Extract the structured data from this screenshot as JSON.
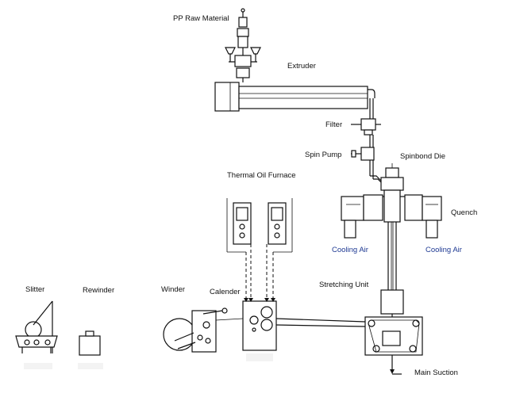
{
  "diagram": {
    "labels": {
      "raw_material": "PP Raw Material",
      "extruder": "Extruder",
      "filter": "Filter",
      "spin_pump": "Spin Pump",
      "spinbond_die": "Spinbond Die",
      "quench": "Quench",
      "thermal_oil_furnace": "Thermal Oil Furnace",
      "cooling_air_left": "Cooling Air",
      "cooling_air_right": "Cooling Air",
      "stretching_unit": "Stretching Unit",
      "slitter": "Slitter",
      "rewinder": "Rewinder",
      "winder": "Winder",
      "calender": "Calender",
      "main_suction": "Main Suction"
    },
    "colors": {
      "line": "#111111",
      "cooling_air_text": "#1f3a93"
    }
  }
}
